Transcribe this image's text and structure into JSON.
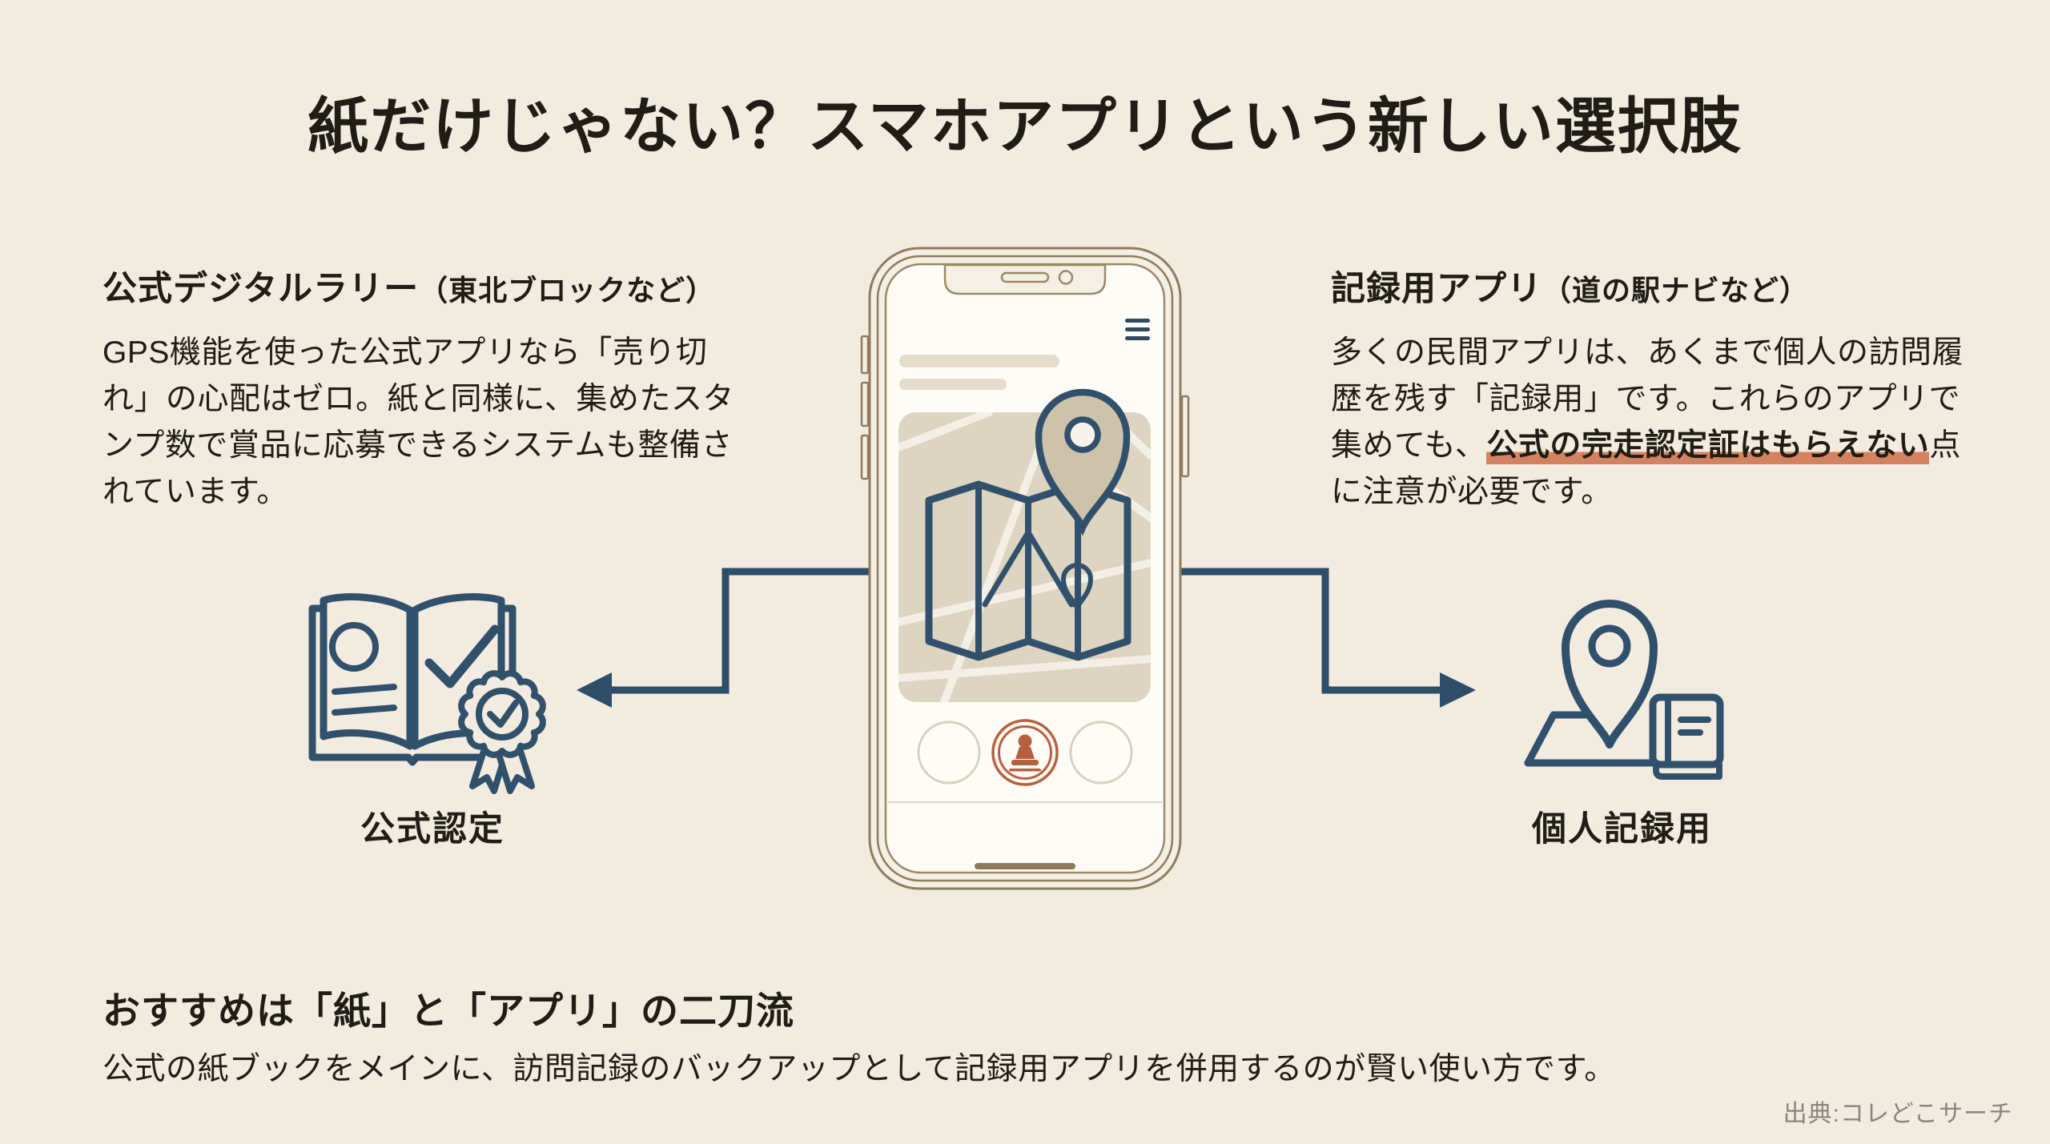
{
  "title": "紙だけじゃない？スマホアプリという新しい選択肢",
  "left_column": {
    "heading_main": "公式デジタルラリー",
    "heading_note": "（東北ブロックなど）",
    "body": "GPS機能を使った公式アプリなら「売り切れ」の心配はゼロ。紙と同様に、集めたスタンプ数で賞品に応募できるシステムも整備されています。"
  },
  "right_column": {
    "heading_main": "記録用アプリ",
    "heading_note": "（道の駅ナビなど）",
    "body_segments": [
      {
        "text": "多くの民間アプリは、あくまで個人の訪問履歴を残す「記録用」です。これらのアプリで集めても、",
        "highlight": false
      },
      {
        "text": "公式の完走認定証はもらえない",
        "highlight": true
      },
      {
        "text": "点に注意が必要です。",
        "highlight": false
      }
    ]
  },
  "diagram": {
    "left_label": "公式認定",
    "right_label": "個人記録用",
    "icons": {
      "left": "certification-book-with-award-ribbon-icon",
      "right": "map-pin-with-notebook-icon",
      "phone": [
        "hamburger-menu-icon",
        "text-placeholder-bars",
        "map-with-folded-map-icon",
        "location-pin-icon",
        "stamp-button-icon",
        "home-indicator"
      ]
    }
  },
  "bottom": {
    "heading": "おすすめは「紙」と「アプリ」の二刀流",
    "body": "公式の紙ブックをメインに、訪問記録のバックアップとして記録用アプリを併用するのが賢い使い方です。"
  },
  "source": "出典:コレどこサーチ",
  "colors": {
    "background": "#f2ece0",
    "ink": "#201d17",
    "navy": "#31506b",
    "phone_tan": "#8f7c5c",
    "beige_bar": "#e5ddca",
    "map_beige": "#ddd5c1",
    "terracotta": "#b7603f",
    "highlight_underline": "#ce7049",
    "source_gray": "#8a867c"
  }
}
